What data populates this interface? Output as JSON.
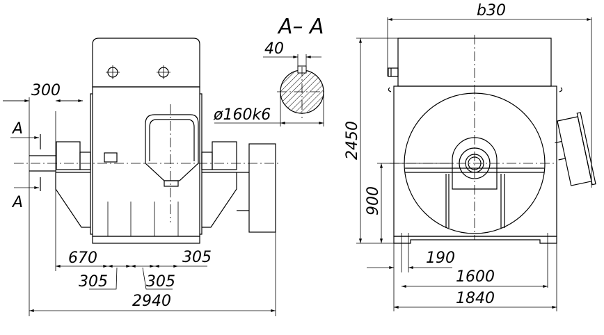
{
  "section": {
    "title": "A– A",
    "key_width": "40",
    "shaft_diameter": "ø160k6"
  },
  "front_view": {
    "section_marker_top": "A",
    "section_marker_bottom": "A",
    "shaft_length": "300",
    "foot_offset": "670",
    "foot_spacing_1": "305",
    "foot_spacing_2": "305",
    "foot_spacing_3": "305",
    "overall_length": "2940"
  },
  "side_view": {
    "overall_width": "b30",
    "overall_height": "2450",
    "shaft_height": "900",
    "foot_width": "190",
    "hole_spacing": "1600",
    "base_width": "1840"
  }
}
